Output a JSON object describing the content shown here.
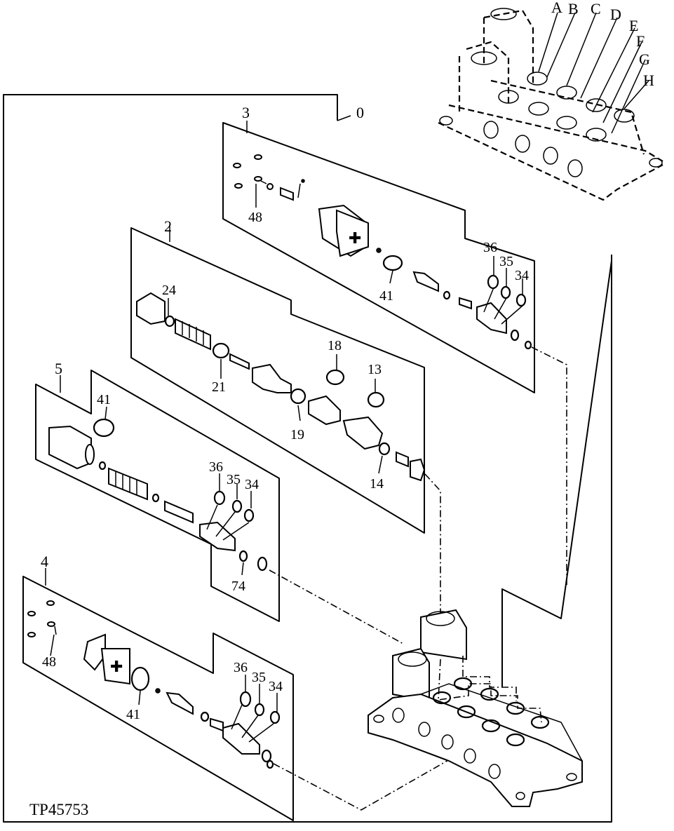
{
  "diagram_code": "TP45753",
  "valve_body_labels": [
    "A",
    "B",
    "C",
    "D",
    "E",
    "F",
    "G",
    "H"
  ],
  "assembly_labels": {
    "overall": "0",
    "group_2": "2",
    "group_3": "3",
    "group_4": "4",
    "group_5": "5"
  },
  "part_numbers": {
    "group_3": [
      "48",
      "41",
      "36",
      "35",
      "34"
    ],
    "group_2": [
      "24",
      "21",
      "19",
      "18",
      "13",
      "14"
    ],
    "group_5": [
      "41",
      "36",
      "35",
      "34",
      "74"
    ],
    "group_4": [
      "48",
      "41",
      "36",
      "35",
      "34"
    ]
  }
}
